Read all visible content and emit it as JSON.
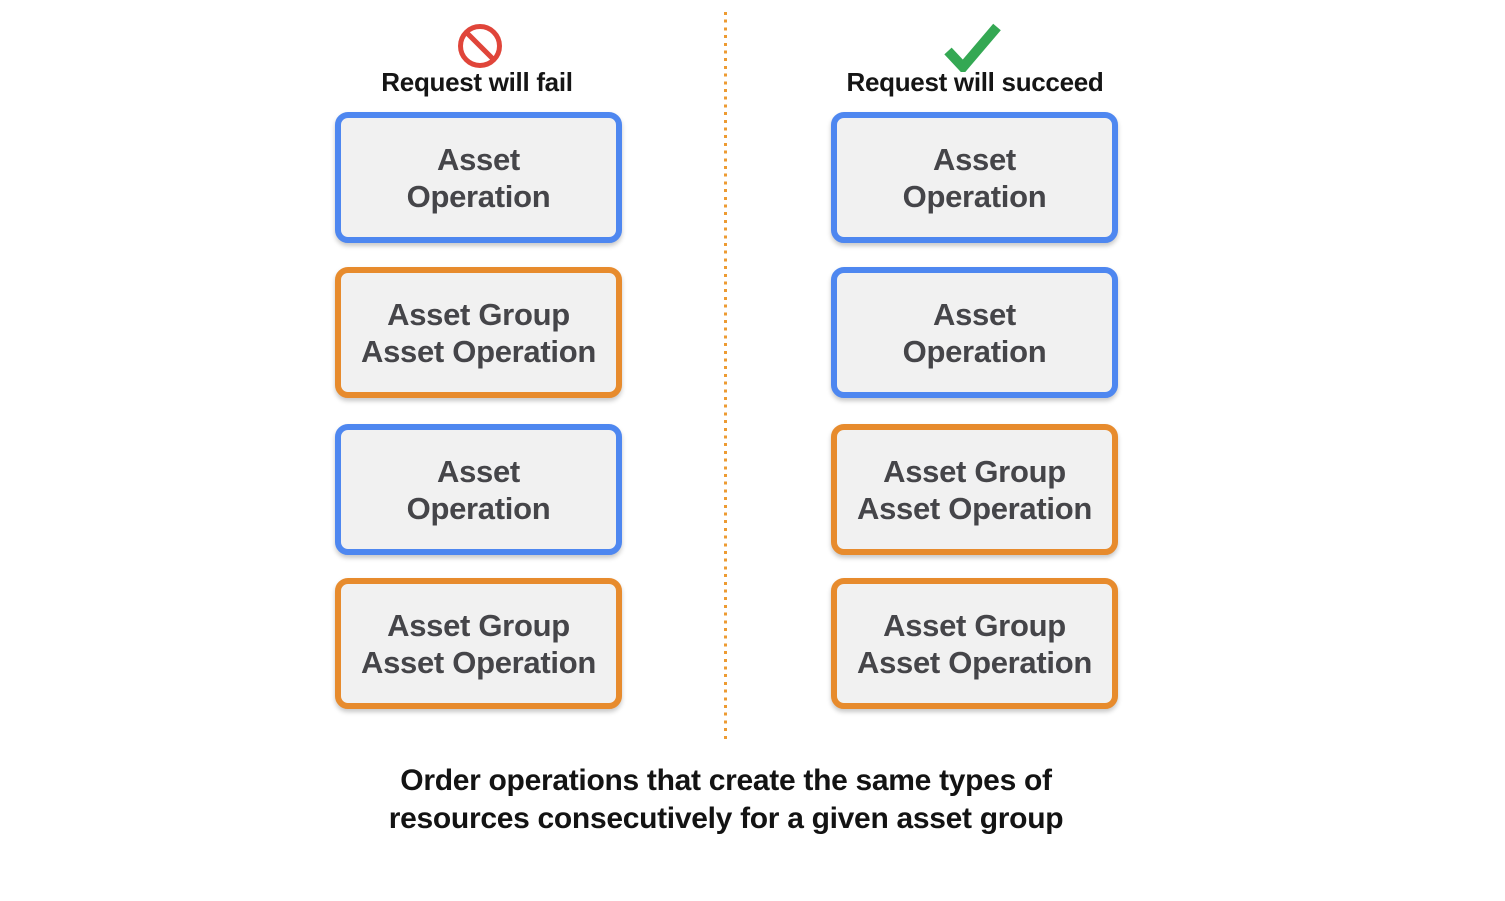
{
  "diagram": {
    "fail_column": {
      "icon": "prohibited-icon",
      "title": "Request will fail",
      "boxes": [
        {
          "label": "Asset\nOperation",
          "border": "blue"
        },
        {
          "label": "Asset Group\nAsset Operation",
          "border": "orange"
        },
        {
          "label": "Asset\nOperation",
          "border": "blue"
        },
        {
          "label": "Asset Group\nAsset Operation",
          "border": "orange"
        }
      ]
    },
    "succeed_column": {
      "icon": "checkmark-icon",
      "title": "Request will succeed",
      "boxes": [
        {
          "label": "Asset\nOperation",
          "border": "blue"
        },
        {
          "label": "Asset\nOperation",
          "border": "blue"
        },
        {
          "label": "Asset Group\nAsset Operation",
          "border": "orange"
        },
        {
          "label": "Asset Group\nAsset Operation",
          "border": "orange"
        }
      ]
    },
    "caption": "Order operations that create the same types of\nresources consecutively for a given asset group",
    "colors": {
      "blue_border": "#4E87F0",
      "orange_border": "#E78B2D",
      "red_prohibited": "#E0453A",
      "green_check": "#34A853",
      "divider_dots": "#ED9B32",
      "box_fill": "#F1F1F1",
      "box_text": "#454549",
      "heading_text": "#151515"
    }
  }
}
